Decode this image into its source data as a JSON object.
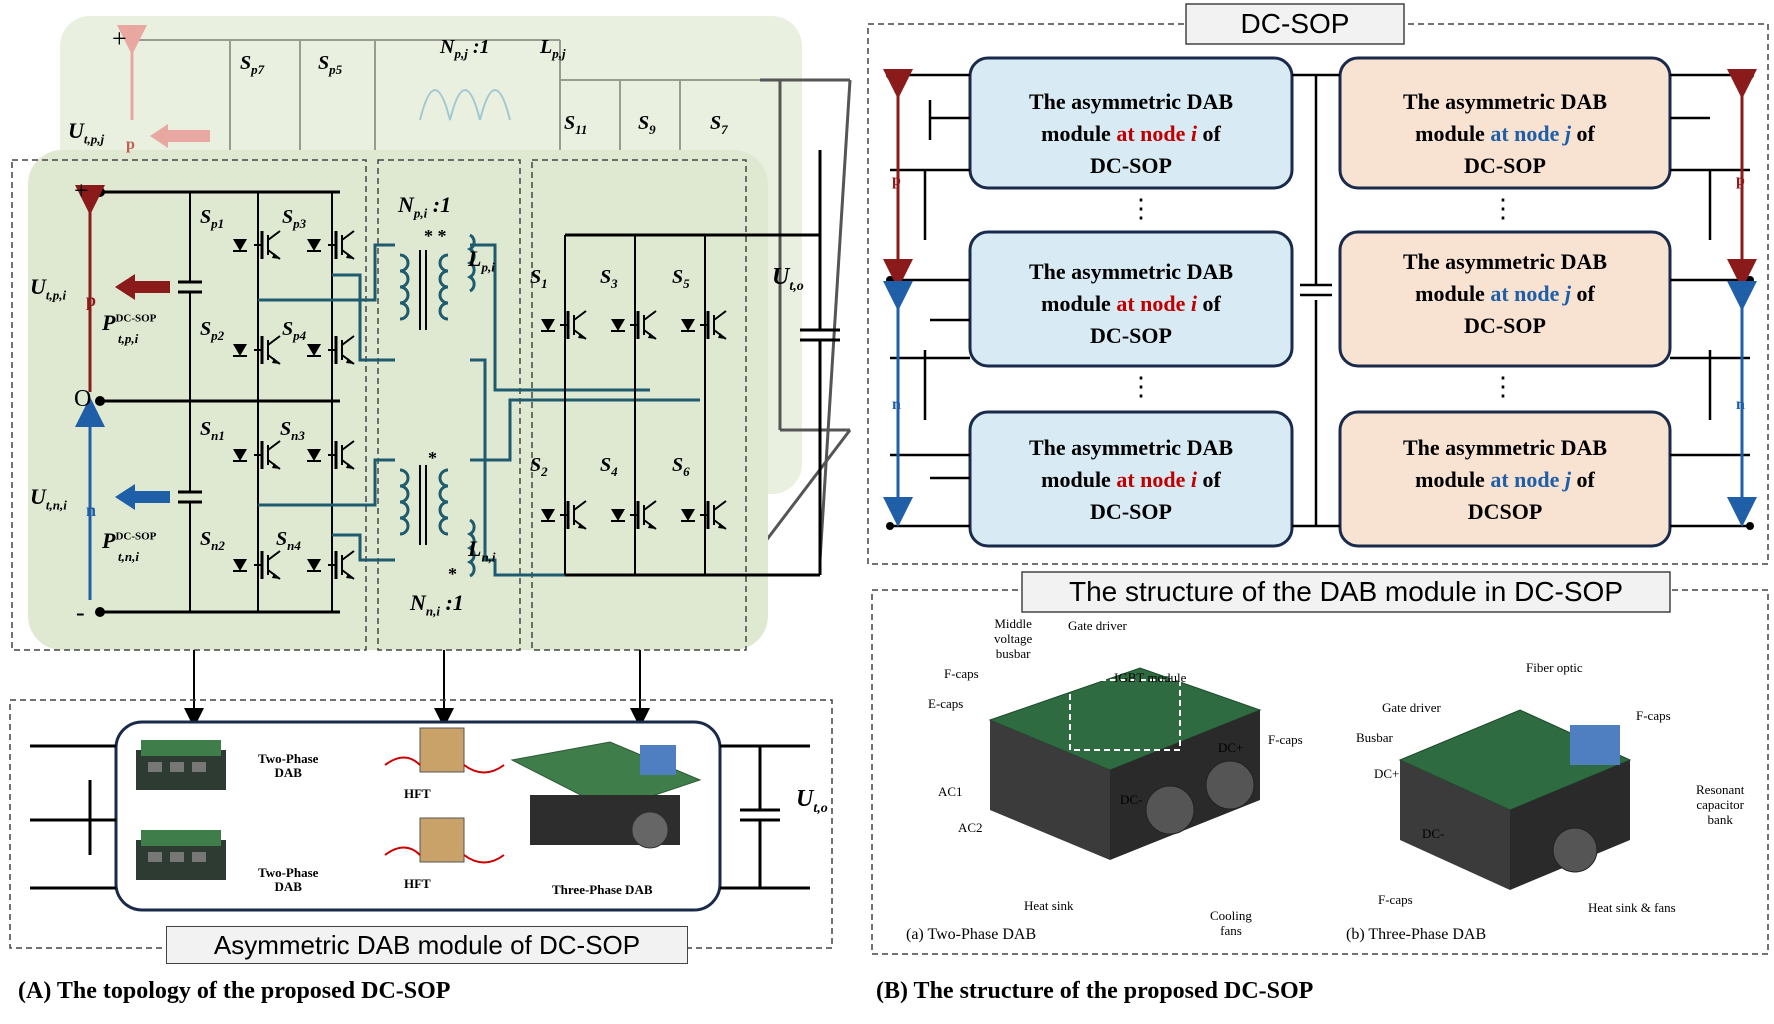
{
  "left_panel": {
    "caption": "(A) The topology of the proposed DC-SOP",
    "module_title": "Asymmetric DAB module of DC-SOP",
    "terminal_plus": "+",
    "terminal_zero": "O",
    "terminal_minus": "-",
    "u_tpj": "U",
    "u_tpj_sub": "t,p,j",
    "u_tpi": "U",
    "u_tpi_sub": "t,p,i",
    "u_tni": "U",
    "u_tni_sub": "t,n,i",
    "u_to": "U",
    "u_to_sub": "t,o",
    "p_label": "p",
    "n_label": "n",
    "p_power": "P",
    "p_power_sup": "DC-SOP",
    "p_power_sub": "t,p,i",
    "n_power": "P",
    "n_power_sup": "DC-SOP",
    "n_power_sub": "t,n,i",
    "turns_top_back": "N",
    "turns_top_back_sub": "p,j",
    "turns_top": "N",
    "turns_top_sub": "p,i",
    "turns_bottom": "N",
    "turns_bottom_sub": "n,i",
    "turns_ratio": ":1",
    "l_back": "L",
    "l_back_sub": "p,j",
    "l_top": "L",
    "l_top_sub": "p,i",
    "l_bottom": "L",
    "l_bottom_sub": "n,i",
    "switches_back": [
      "S",
      "S",
      "S",
      "S",
      "S"
    ],
    "switches_back_sub": [
      "p7",
      "p5",
      "11",
      "9",
      "7"
    ],
    "switches_primary": [
      "S",
      "S",
      "S",
      "S"
    ],
    "switches_primary_sub": [
      "p1",
      "p3",
      "p2",
      "p4"
    ],
    "switches_primary_n": [
      "S",
      "S",
      "S",
      "S"
    ],
    "switches_primary_n_sub": [
      "n1",
      "n3",
      "n2",
      "n4"
    ],
    "switches_three_phase": [
      "S",
      "S",
      "S",
      "S",
      "S",
      "S"
    ],
    "switches_three_phase_sub": [
      "1",
      "3",
      "5",
      "2",
      "4",
      "6"
    ],
    "photo_two_phase_1": "Two-Phase\nDAB",
    "photo_two_phase_2": "Two-Phase\nDAB",
    "photo_hft_1": "HFT",
    "photo_hft_2": "HFT",
    "photo_three_phase": "Three-Phase DAB"
  },
  "right_panel": {
    "title": "DC-SOP",
    "caption": "(B) The structure of the proposed DC-SOP",
    "structure_title": "The structure of the DAB module in DC-SOP",
    "module_line1": "The asymmetric DAB",
    "module_line2_pre": "module",
    "module_at_i": "at node",
    "node_i": "i",
    "module_of": "of",
    "module_line3": "DC-SOP",
    "module_line3_alt": "DCSOP",
    "node_j": "j",
    "dots": "⋮",
    "p_label": "p",
    "n_label": "n",
    "two_phase_caption": "(a) Two-Phase DAB",
    "three_phase_caption": "(b) Three-Phase DAB",
    "labels_two_phase": {
      "middle_voltage_busbar": "Middle\nvoltage\nbusbar",
      "gate_driver": "Gate driver",
      "f_caps": "F-caps",
      "e_caps": "E-caps",
      "igbt_module": "IGBT module",
      "dc_plus": "DC+",
      "f_caps_right": "F-caps",
      "ac1": "AC1",
      "ac2": "AC2",
      "dc_minus": "DC-",
      "heat_sink": "Heat sink",
      "cooling_fans": "Cooling\nfans"
    },
    "labels_three_phase": {
      "fiber_optic": "Fiber optic",
      "gate_driver": "Gate driver",
      "f_caps_top": "F-caps",
      "busbar": "Busbar",
      "dc_plus": "DC+",
      "resonant_bank": "Resonant\ncapacitor\nbank",
      "dc_minus": "DC-",
      "f_caps_bottom": "F-caps",
      "heat_sink_fans": "Heat sink & fans"
    }
  },
  "colors": {
    "green_bg": "#dfe9d2",
    "blue_module": "#d8ebf5",
    "peach_module": "#f8e2d2",
    "dark_red": "#8b1a1a",
    "blue_arrow": "#1f5fa8",
    "teal_wire": "#1f5b6e",
    "red_text": "#c00000",
    "blue_text": "#1f5fa8"
  }
}
